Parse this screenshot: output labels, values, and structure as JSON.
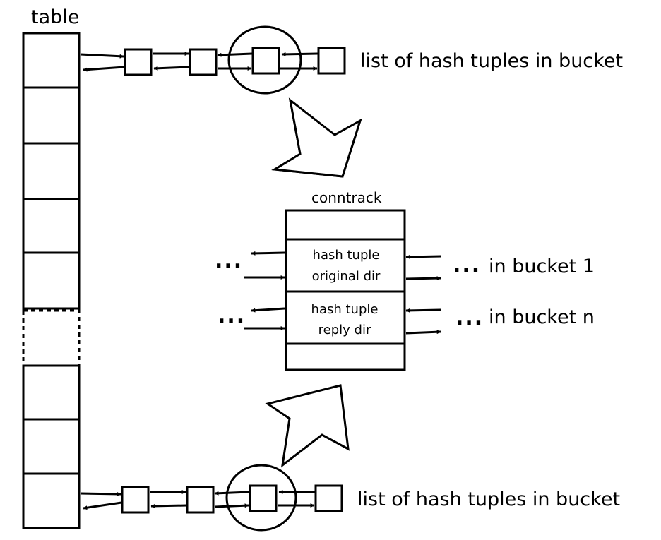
{
  "diagram": {
    "table_label": "table",
    "top_list_label": "list of hash tuples in bucket",
    "bottom_list_label": "list of hash tuples in bucket",
    "conntrack": {
      "title": "conntrack",
      "original": {
        "line1": "hash tuple",
        "line2": "original dir"
      },
      "reply": {
        "line1": "hash tuple",
        "line2": "reply dir"
      }
    },
    "ellipsis": "...",
    "bucket_1_label": "in bucket 1",
    "bucket_n_label": "in bucket n"
  },
  "colors": {
    "stroke": "#000000",
    "background": "#ffffff"
  }
}
